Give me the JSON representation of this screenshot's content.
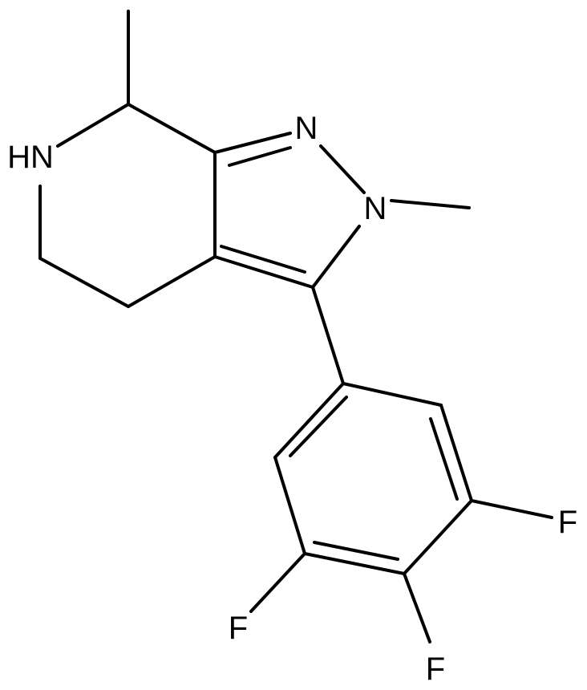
{
  "molecule": {
    "atoms": {
      "n1": "N",
      "n2": "N",
      "nh": "HN",
      "f1": "F",
      "f2": "F",
      "f3": "F"
    }
  },
  "colors": {
    "bond": "#000000",
    "background": "#ffffff"
  }
}
